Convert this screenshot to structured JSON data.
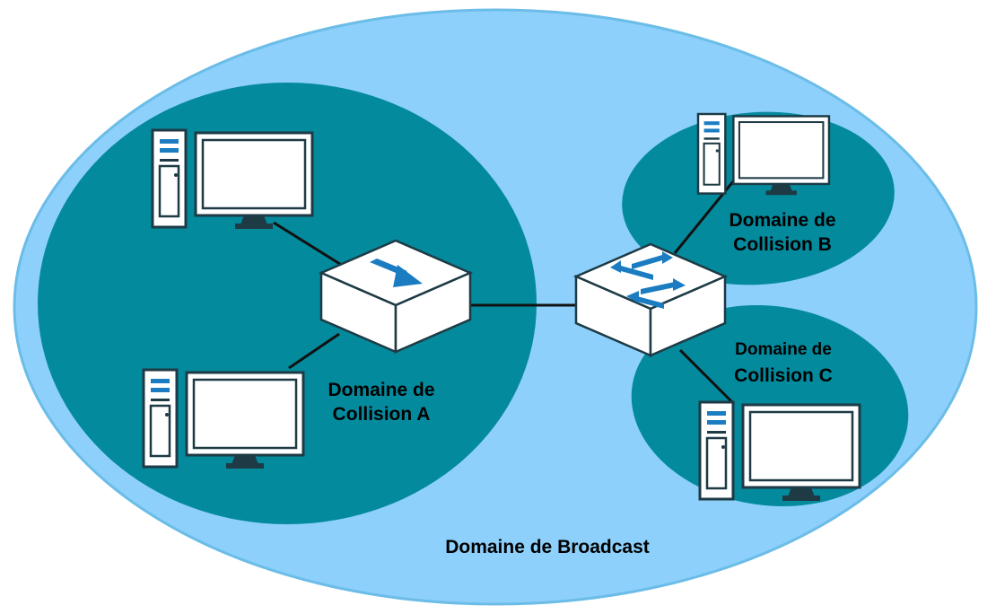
{
  "colors": {
    "broadcast_fill": "#8dd0fb",
    "broadcast_outline": "#6bbde8",
    "collision_fill": "#048a9d",
    "device_fill": "#ffffff",
    "device_stroke": "#1d3a45",
    "arrow_blue": "#1b7cc2",
    "cable": "#111111",
    "label_text": "#000000"
  },
  "icons": {
    "hub": "hub-icon",
    "switch": "switch-icon",
    "computer": "desktop-computer-icon"
  },
  "labels": {
    "collision_a": [
      "Domaine de",
      "Collision A"
    ],
    "collision_b": [
      "Domaine de",
      "Collision B"
    ],
    "collision_c": [
      "Domaine de",
      "Collision C"
    ],
    "broadcast": "Domaine de Broadcast"
  }
}
